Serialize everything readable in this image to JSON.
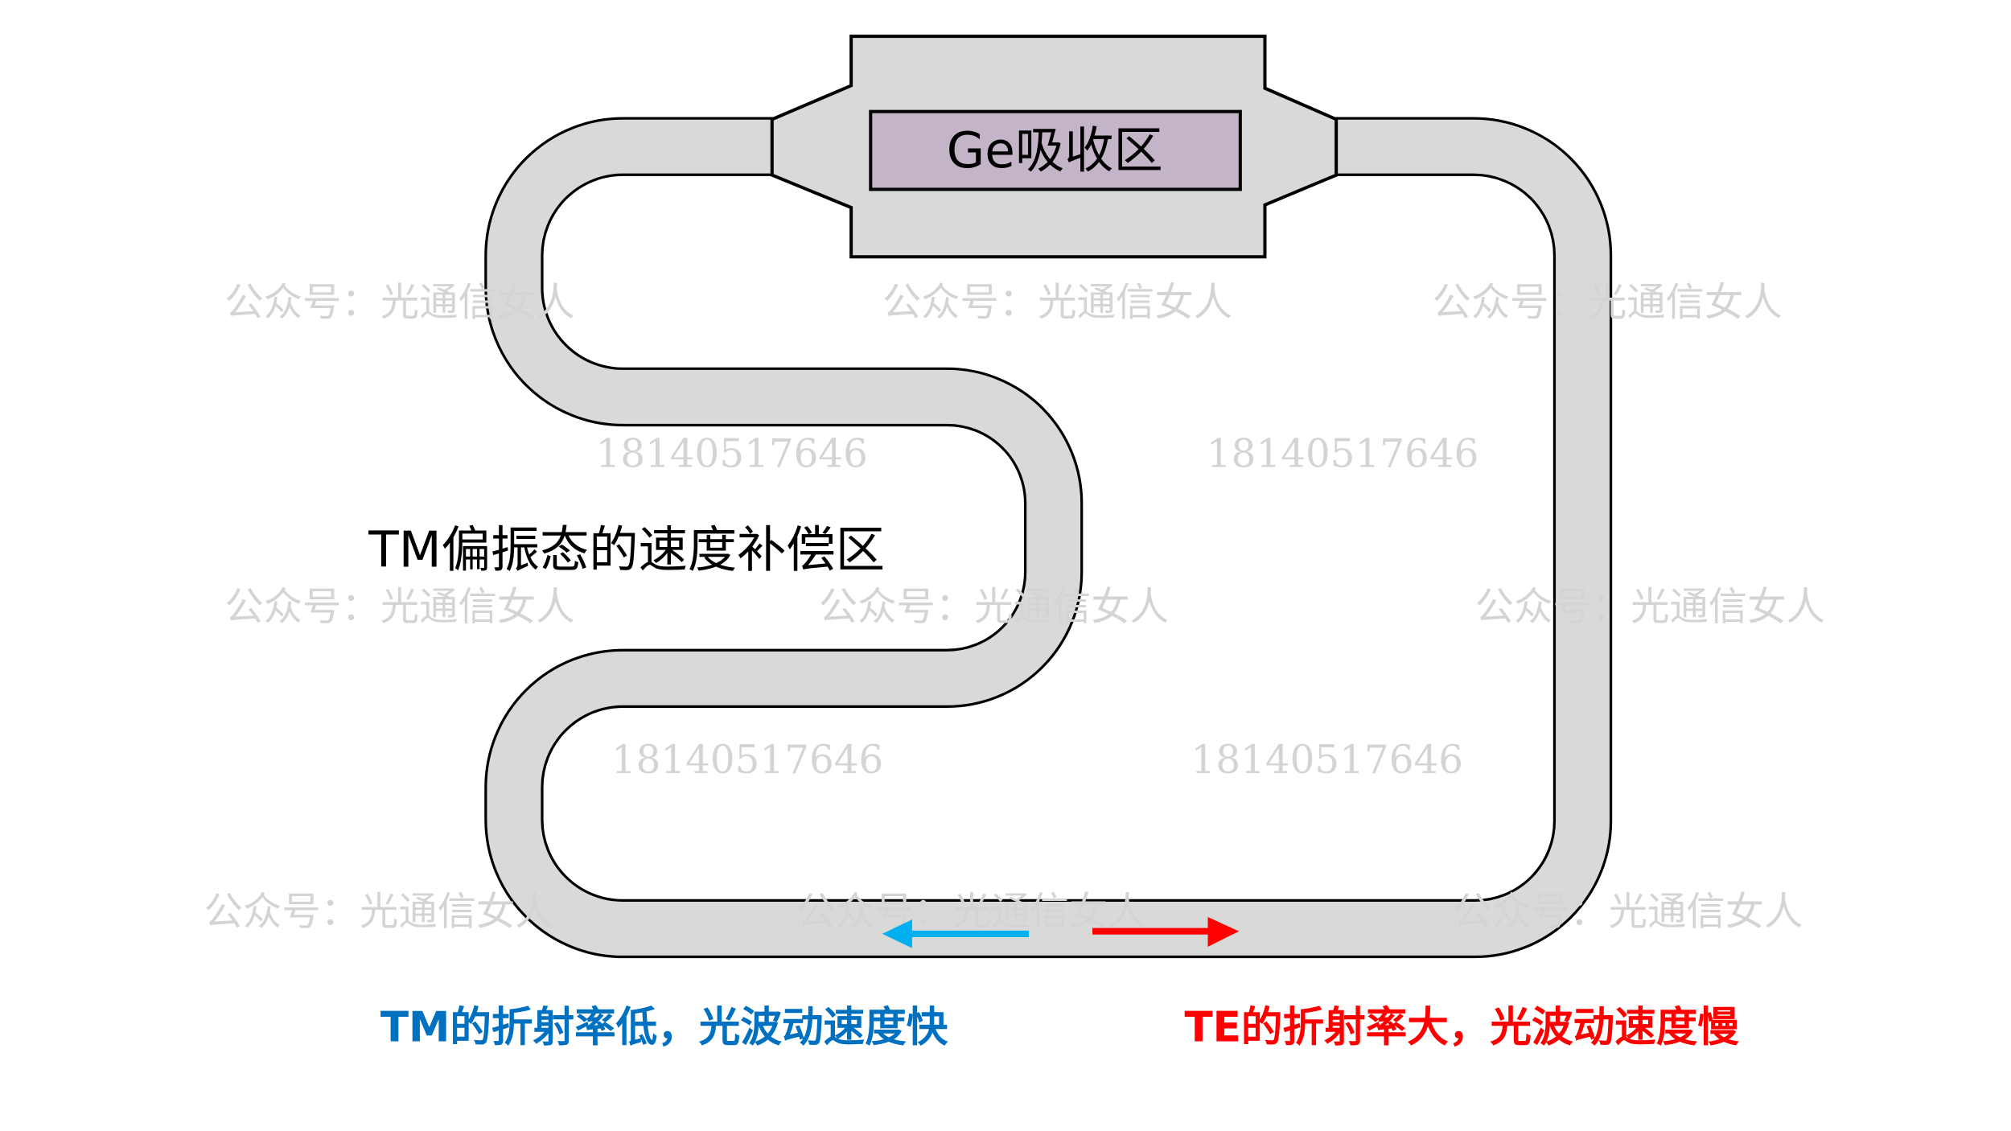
{
  "labels": {
    "ge_region": "Ge吸收区",
    "tm_compensation": "TM偏振态的速度补偿区",
    "tm_note": "TM的折射率低，光波动速度快",
    "te_note": "TE的折射率大，光波动速度慢"
  },
  "watermarks": {
    "account": "公众号：光通信女人",
    "phone": "18140517646"
  },
  "colors": {
    "waveguide": "#d9d9d9",
    "ge": "#c4b4c8",
    "tm": "#0070c0",
    "tm_arrow": "#00b0f0",
    "te": "#ff0000"
  },
  "icons": {
    "tm_arrow": "arrow-left",
    "te_arrow": "arrow-right"
  }
}
